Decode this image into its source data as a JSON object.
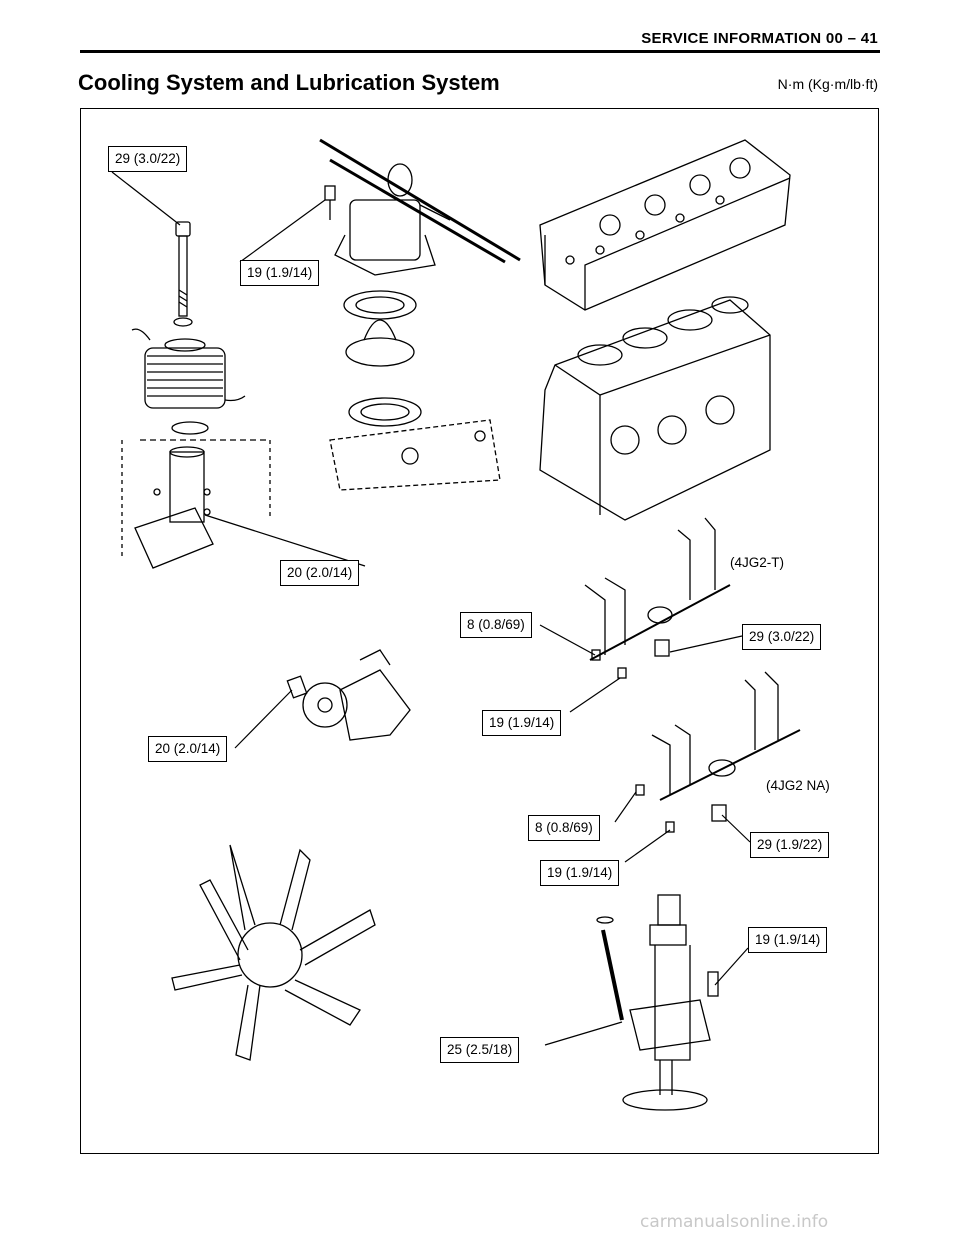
{
  "header": {
    "running_head": "SERVICE INFORMATION 00 – 41",
    "title": "Cooling System and Lubrication System",
    "units": "N·m (Kg·m/lb·ft)"
  },
  "labels": [
    "29 (3.0/22)",
    "19 (1.9/14)",
    "20 (2.0/14)",
    "8 (0.8/69)",
    "29 (3.0/22)",
    "19 (1.9/14)",
    "20 (2.0/14)",
    "8 (0.8/69)",
    "29 (1.9/22)",
    "19 (1.9/14)",
    "19 (1.9/14)",
    "25 (2.5/18)"
  ],
  "variants": [
    "(4JG2-T)",
    "(4JG2 NA)"
  ],
  "footer": "carmanualsonline.info"
}
